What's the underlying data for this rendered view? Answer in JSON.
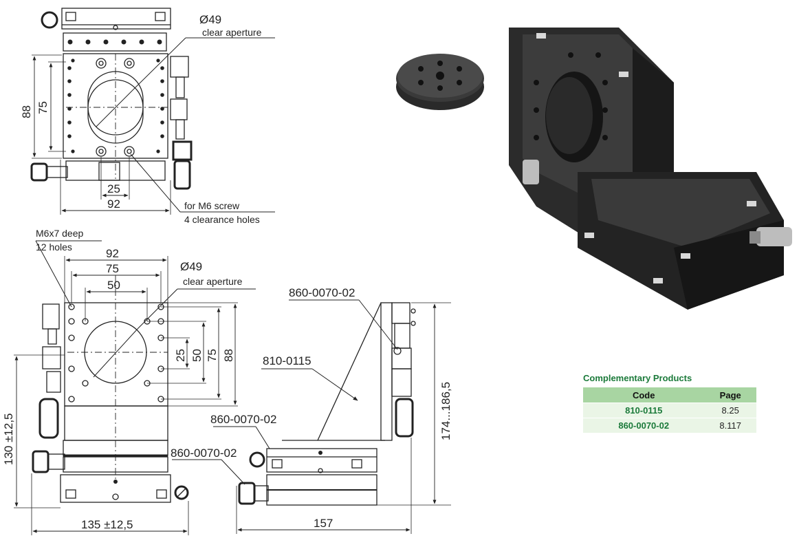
{
  "top_view": {
    "aperture_label": "Ø49",
    "aperture_caption": "clear aperture",
    "dim_88": "88",
    "dim_75": "75",
    "dim_25": "25",
    "dim_92": "92",
    "screw_note_line1": "for M6 screw",
    "screw_note_line2": "4 clearance holes"
  },
  "front_view": {
    "holes_note_line1": "M6x7 deep",
    "holes_note_line2": "12 holes",
    "dim_92": "92",
    "dim_75": "75",
    "dim_50": "50",
    "aperture_label": "Ø49",
    "aperture_caption": "clear aperture",
    "dim_25": "25",
    "dim_50v": "50",
    "dim_75v": "75",
    "dim_88v": "88",
    "dim_height": "130 ±12,5",
    "dim_width": "135 ±12,5"
  },
  "side_view": {
    "part_a_top": "860-0070-02",
    "part_b": "810-0115",
    "part_a_mid": "860-0070-02",
    "part_a_low": "860-0070-02",
    "dim_height": "174...186,5",
    "dim_width": "157"
  },
  "complementary": {
    "title": "Complementary Products",
    "col_code": "Code",
    "col_page": "Page",
    "rows": [
      {
        "code": "810-0115",
        "page": "8.25"
      },
      {
        "code": "860-0070-02",
        "page": "8.117"
      }
    ]
  }
}
